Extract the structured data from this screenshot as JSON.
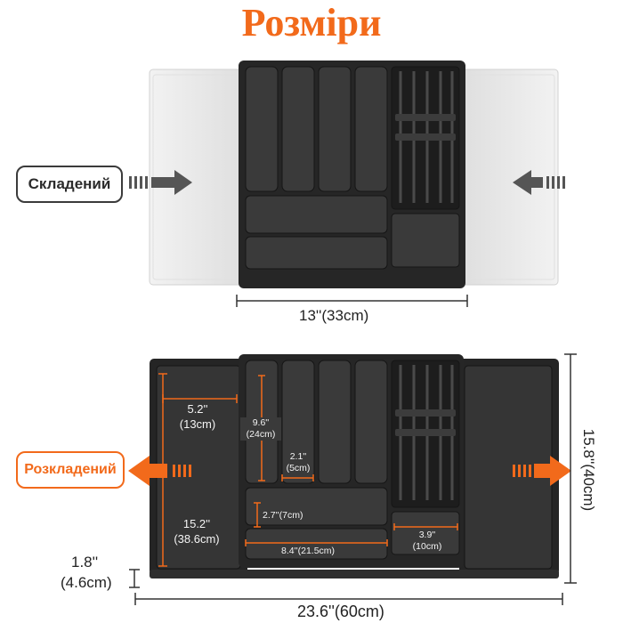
{
  "title": "Розміри",
  "folded": {
    "label": "Складений",
    "width_label": "13''(33cm)"
  },
  "expanded": {
    "label": "Розкладений",
    "width_label": "23.6''(60cm)",
    "depth_label": "15.8''(40cm)",
    "height_label_in": "1.8''",
    "height_label_cm": "(4.6cm)",
    "side_width_in": "5.2''",
    "side_width_cm": "(13cm)",
    "side_length_in": "15.2''",
    "side_length_cm": "(38.6cm)",
    "slot_length_in": "9.6''",
    "slot_length_cm": "(24cm)",
    "slot_width_in": "2.1''",
    "slot_width_cm": "(5cm)",
    "tray_depth": "2.7''(7cm)",
    "tray_width": "8.4''(21.5cm)",
    "corner_width_in": "3.9''",
    "corner_width_cm": "(10cm)"
  },
  "colors": {
    "accent": "#f26a1b",
    "organizer": "#252525",
    "ghost": "#e9e9e9"
  }
}
